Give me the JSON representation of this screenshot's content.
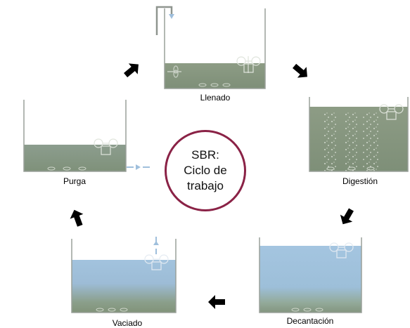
{
  "center": {
    "line1": "SBR:",
    "line2": "Ciclo de",
    "line3": "trabajo"
  },
  "stages": {
    "llenado": "Llenado",
    "digestion": "Digestión",
    "decantacion": "Decantación",
    "vaciado": "Vaciado",
    "purga": "Purga"
  },
  "colors": {
    "sludge": "#8c9c84",
    "clear_water": "#9cc0dc",
    "tank_wall": "#9aa09a",
    "arrow": "#000000",
    "circle_border": "#8a2246",
    "flow_arrow": "#9fbfdc"
  },
  "icons": [
    "inflow-pipe-icon",
    "mixer-icon",
    "aerator-icon",
    "diffuser-icon",
    "outflow-arrow-icon",
    "cycle-arrow-icon"
  ]
}
